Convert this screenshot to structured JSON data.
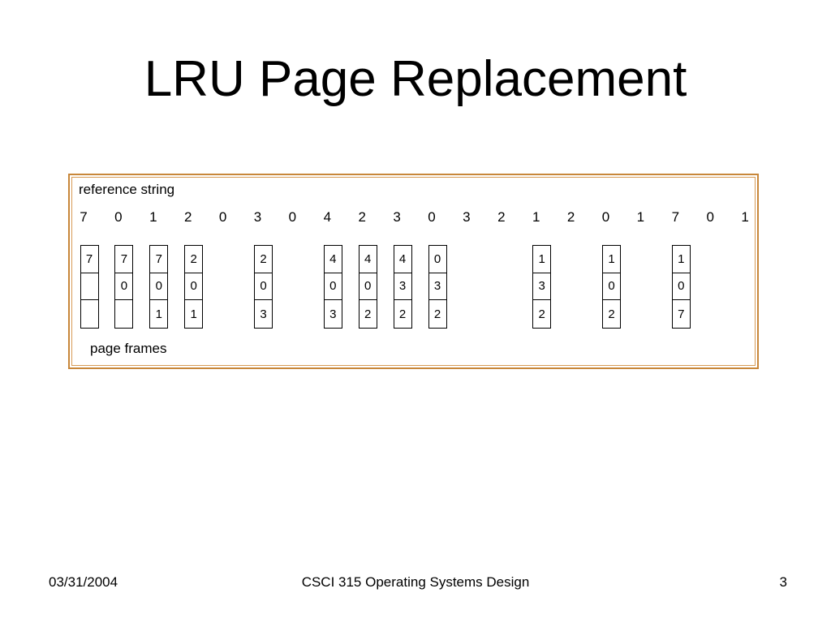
{
  "slide": {
    "title": "LRU Page Replacement"
  },
  "diagram": {
    "reference_label": "reference string",
    "frames_label": "page frames",
    "border_color": "#c8873a",
    "reference_string": [
      "7",
      "0",
      "1",
      "2",
      "0",
      "3",
      "0",
      "4",
      "2",
      "3",
      "0",
      "3",
      "2",
      "1",
      "2",
      "0",
      "1",
      "7",
      "0",
      "1"
    ],
    "frame_states": [
      {
        "ref_index": 0,
        "frames": [
          "7",
          "",
          ""
        ]
      },
      {
        "ref_index": 1,
        "frames": [
          "7",
          "0",
          ""
        ]
      },
      {
        "ref_index": 2,
        "frames": [
          "7",
          "0",
          "1"
        ]
      },
      {
        "ref_index": 3,
        "frames": [
          "2",
          "0",
          "1"
        ]
      },
      {
        "ref_index": 5,
        "frames": [
          "2",
          "0",
          "3"
        ]
      },
      {
        "ref_index": 7,
        "frames": [
          "4",
          "0",
          "3"
        ]
      },
      {
        "ref_index": 8,
        "frames": [
          "4",
          "0",
          "2"
        ]
      },
      {
        "ref_index": 9,
        "frames": [
          "4",
          "3",
          "2"
        ]
      },
      {
        "ref_index": 10,
        "frames": [
          "0",
          "3",
          "2"
        ]
      },
      {
        "ref_index": 13,
        "frames": [
          "1",
          "3",
          "2"
        ]
      },
      {
        "ref_index": 15,
        "frames": [
          "1",
          "0",
          "2"
        ]
      },
      {
        "ref_index": 17,
        "frames": [
          "1",
          "0",
          "7"
        ]
      }
    ]
  },
  "footer": {
    "date": "03/31/2004",
    "course": "CSCI 315 Operating Systems Design",
    "page_number": "3"
  }
}
